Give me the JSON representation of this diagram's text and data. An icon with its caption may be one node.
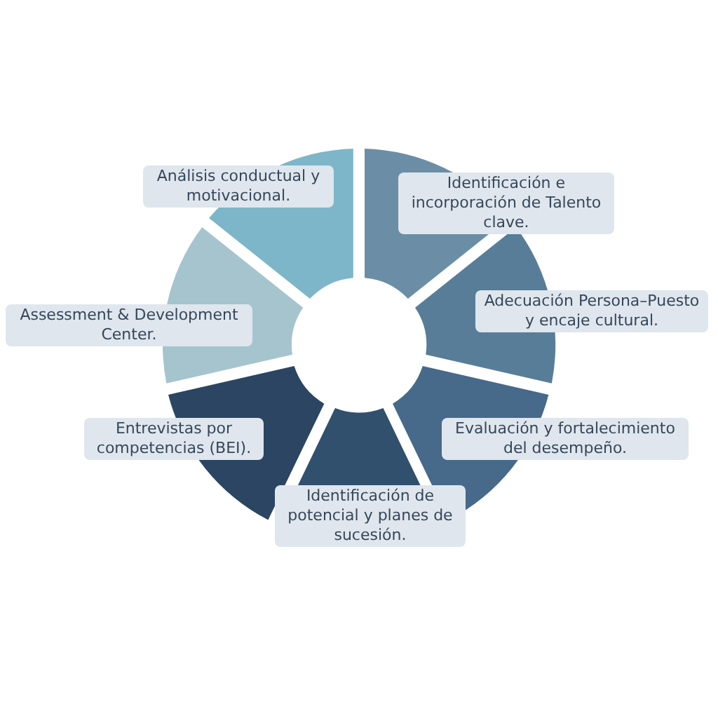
{
  "diagram": {
    "nodes": [
      {
        "text": [
          "Identificación e incorporación de Talento clave."
        ]
      },
      {
        "text": [
          "Adecuación Persona–Puesto y encaje cultural."
        ]
      },
      {
        "text": [
          "Evaluación y fortalecimiento del desempeño."
        ]
      },
      {
        "text": [
          "Identificación de potencial y planes de sucesión."
        ]
      },
      {
        "text": [
          "Entrevistas por competencias (BEI)."
        ]
      },
      {
        "text": [
          "Assessment & Development Center."
        ]
      },
      {
        "text": [
          "Análisis conductual y motivacional."
        ]
      }
    ]
  }
}
